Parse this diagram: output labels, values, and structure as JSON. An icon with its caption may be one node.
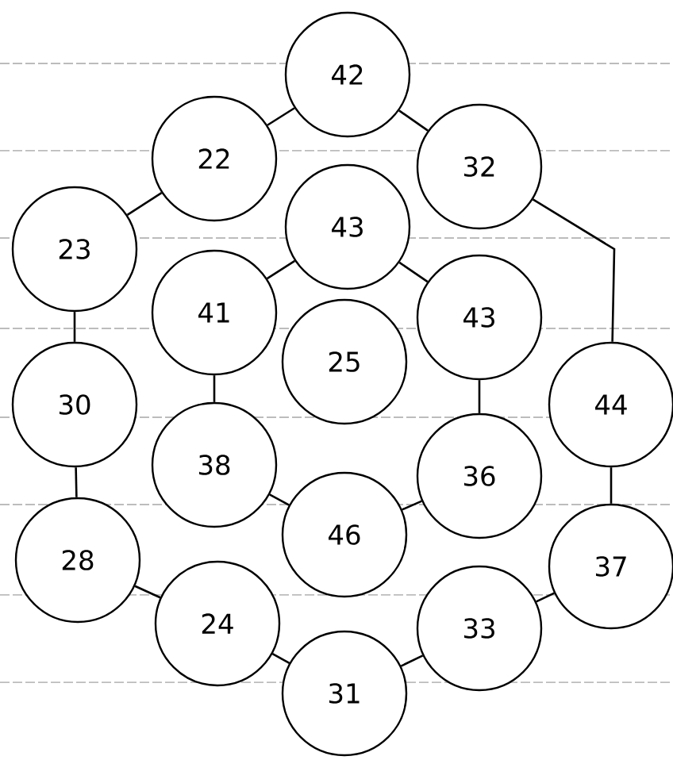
{
  "diagram": {
    "nodes": [
      {
        "text": [
          "42"
        ]
      },
      {
        "text": [
          "22"
        ]
      },
      {
        "text": [
          "32"
        ]
      },
      {
        "text": [
          "23"
        ]
      },
      {
        "text": [
          "43"
        ]
      },
      {
        "text": [
          "41"
        ]
      },
      {
        "text": [
          "43"
        ]
      },
      {
        "text": [
          "25"
        ]
      },
      {
        "text": [
          "30"
        ]
      },
      {
        "text": [
          "44"
        ]
      },
      {
        "text": [
          "38"
        ]
      },
      {
        "text": [
          "36"
        ]
      },
      {
        "text": [
          "46"
        ]
      },
      {
        "text": [
          "28"
        ]
      },
      {
        "text": [
          "24"
        ]
      },
      {
        "text": [
          "37"
        ]
      },
      {
        "text": [
          "33"
        ]
      },
      {
        "text": [
          "31"
        ]
      }
    ],
    "edges": [
      {
        "from": 3,
        "to": 1,
        "arrow": "none"
      },
      {
        "from": 1,
        "to": 0,
        "arrow": "none"
      },
      {
        "from": 0,
        "to": 2,
        "arrow": "none"
      },
      {
        "from": 2,
        "to": 9,
        "arrow": "none"
      },
      {
        "from": 9,
        "to": 15,
        "arrow": "none"
      },
      {
        "from": 15,
        "to": 16,
        "arrow": "none"
      },
      {
        "from": 16,
        "to": 17,
        "arrow": "none"
      },
      {
        "from": 17,
        "to": 14,
        "arrow": "none"
      },
      {
        "from": 14,
        "to": 13,
        "arrow": "none"
      },
      {
        "from": 13,
        "to": 8,
        "arrow": "none"
      },
      {
        "from": 8,
        "to": 3,
        "arrow": "none"
      },
      {
        "from": 4,
        "to": 5,
        "arrow": "none"
      },
      {
        "from": 5,
        "to": 10,
        "arrow": "none"
      },
      {
        "from": 10,
        "to": 12,
        "arrow": "none"
      },
      {
        "from": 12,
        "to": 11,
        "arrow": "none"
      },
      {
        "from": 11,
        "to": 6,
        "arrow": "none"
      },
      {
        "from": 6,
        "to": 4,
        "arrow": "none"
      }
    ]
  }
}
